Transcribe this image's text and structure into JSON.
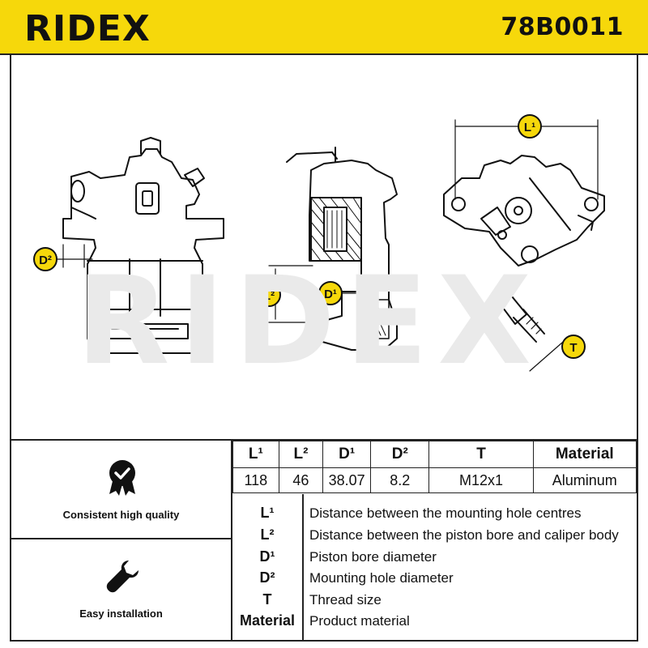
{
  "header": {
    "brand": "RIDEX",
    "part_number": "78B0011"
  },
  "drawing": {
    "watermark": "RIDEX",
    "callouts": {
      "l1": "L¹",
      "l2": "L²",
      "d1": "D¹",
      "d2": "D²",
      "t": "T"
    }
  },
  "features": [
    {
      "label": "Consistent high quality",
      "icon": "quality-badge-icon"
    },
    {
      "label": "Easy installation",
      "icon": "wrench-icon"
    }
  ],
  "specs": {
    "headers": [
      "L¹",
      "L²",
      "D¹",
      "D²",
      "T",
      "Material"
    ],
    "values": [
      "118",
      "46",
      "38.07",
      "8.2",
      "M12x1",
      "Aluminum"
    ]
  },
  "legend": [
    {
      "symbol": "L¹",
      "description": "Distance between the mounting hole centres"
    },
    {
      "symbol": "L²",
      "description": "Distance between the piston bore and caliper body"
    },
    {
      "symbol": "D¹",
      "description": "Piston bore diameter"
    },
    {
      "symbol": "D²",
      "description": "Mounting hole diameter"
    },
    {
      "symbol": "T",
      "description": "Thread size"
    },
    {
      "symbol": "Material",
      "description": "Product material"
    }
  ],
  "colors": {
    "accent": "#f6d80b",
    "ink": "#111111"
  }
}
